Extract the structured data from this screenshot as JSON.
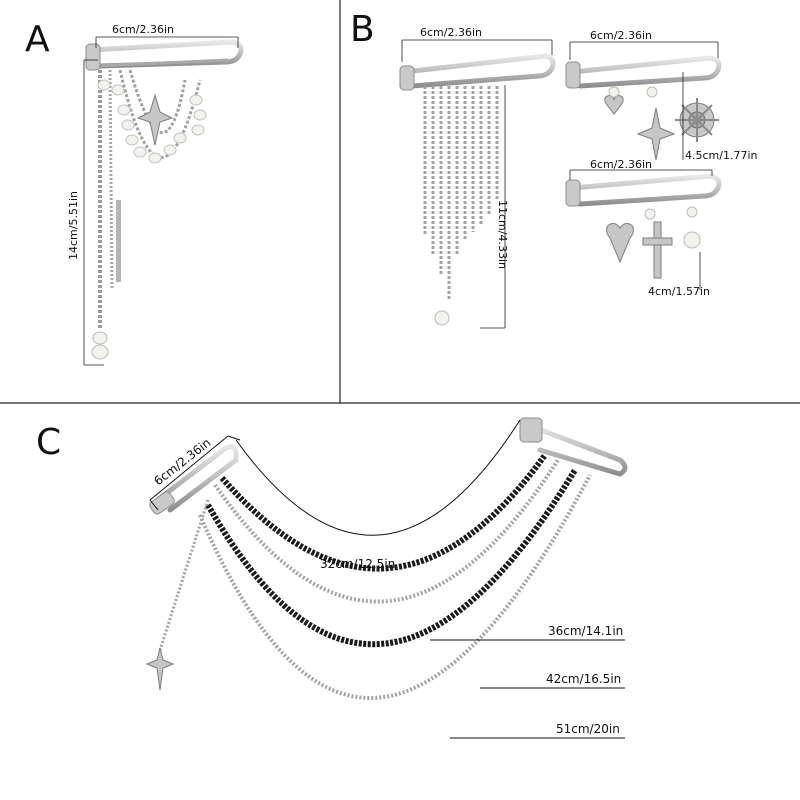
{
  "panels": {
    "a": {
      "letter": "A",
      "width_label": "6cm/2.36in",
      "height_label": "14cm/5.51in"
    },
    "b": {
      "letter": "B",
      "tassel_width_label": "6cm/2.36in",
      "tassel_height_label": "11cm/4.33in",
      "charm1_width_label": "6cm/2.36in",
      "charm1_height_label": "4.5cm/1.77in",
      "charm2_width_label": "6cm/2.36in",
      "charm2_height_label": "4cm/1.57in"
    },
    "c": {
      "letter": "C",
      "width_label": "6cm/2.36in",
      "chain1_label": "32cm/12.5in",
      "chain2_label": "36cm/14.1in",
      "chain3_label": "42cm/16.5in",
      "chain4_label": "51cm/20in"
    }
  },
  "colors": {
    "silver": "#b9b9b9",
    "silver_dark": "#8a8a8a",
    "bead_black": "#1a1a1a",
    "pearl": "#f2f2ef",
    "line": "#222222"
  }
}
